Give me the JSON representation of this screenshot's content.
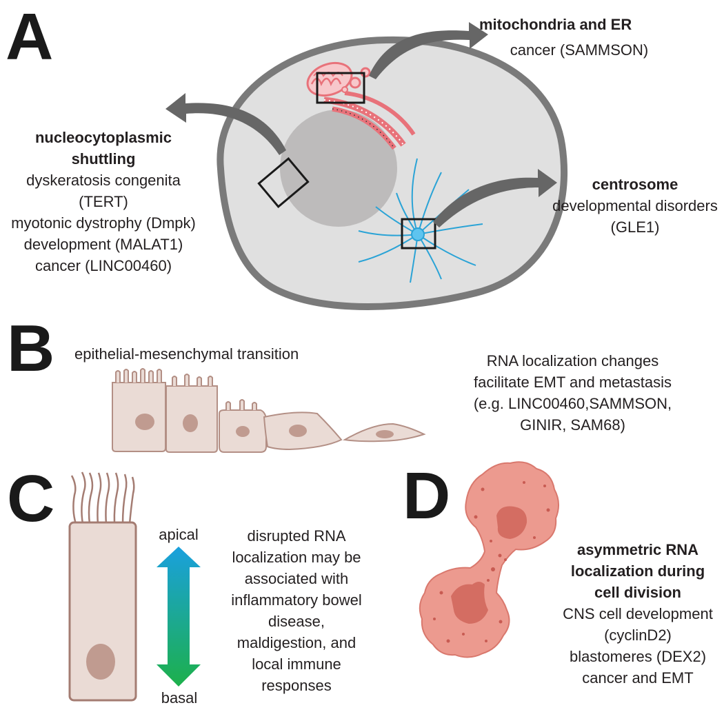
{
  "panels": {
    "a": {
      "letter": "A",
      "mito_er": {
        "title": "mitochondria and ER",
        "lines": [
          "cancer (SAMMSON)"
        ]
      },
      "nucleo": {
        "title_lines": [
          "nucleocytoplasmic",
          "shuttling"
        ],
        "lines": [
          "dyskeratosis congenita",
          "(TERT)",
          "myotonic dystrophy (Dmpk)",
          "development (MALAT1)",
          "cancer (LINC00460)"
        ]
      },
      "centrosome": {
        "title": "centrosome",
        "lines": [
          "developmental disorders",
          "(GLE1)"
        ]
      }
    },
    "b": {
      "letter": "B",
      "emt_label": "epithelial-mesenchymal transition",
      "note_lines": [
        "RNA localization changes",
        "facilitate EMT and metastasis",
        "(e.g. LINC00460,SAMMSON,",
        "GINIR, SAM68)"
      ]
    },
    "c": {
      "letter": "C",
      "apical": "apical",
      "basal": "basal",
      "note_lines": [
        "disrupted RNA",
        "localization may be",
        "associated with",
        "inflammatory bowel",
        "disease,",
        "maldigestion, and",
        "local immune",
        "responses"
      ]
    },
    "d": {
      "letter": "D",
      "title_lines": [
        "asymmetric RNA",
        "localization during",
        "cell division"
      ],
      "lines": [
        "CNS cell development",
        "(cyclinD2)",
        "blastomeres (DEX2)",
        "cancer and EMT"
      ]
    }
  },
  "colors": {
    "cell_fill": "#e0e0e0",
    "cell_border": "#7a7a7a",
    "nucleus": "#bdbbbb",
    "organelle": "#e8727a",
    "microtubule": "#2aa3d6",
    "arrow": "#666666",
    "epithelial_fill": "#eadbd5",
    "epithelial_border": "#b38f85",
    "epithelial_nucleus": "#c09b90",
    "dividing_cell": "#ec9a8f",
    "dividing_nucleus": "#d46d62",
    "gradient_top": "#1aa0de",
    "gradient_bottom": "#1db04b"
  }
}
